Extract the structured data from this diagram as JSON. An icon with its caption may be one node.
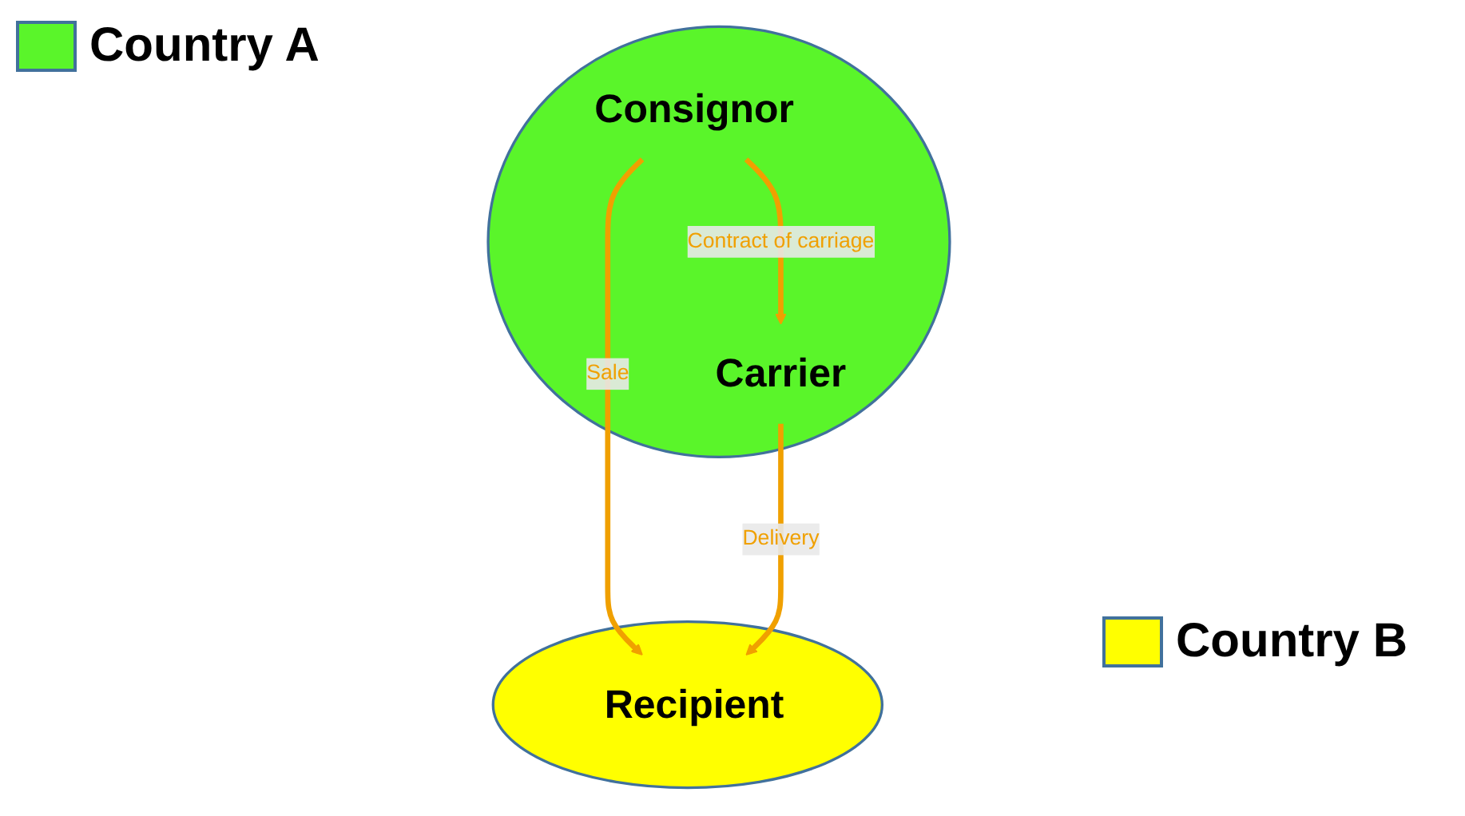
{
  "diagram": {
    "nodes": [
      {
        "text": [],
        "shape": "ellipse"
      },
      {
        "text": [
          "Consignor"
        ],
        "in": 0
      },
      {
        "text": [
          "Carrier"
        ],
        "in": 0
      },
      {
        "text": [],
        "shape": "ellipse"
      },
      {
        "text": [
          "Recipient"
        ],
        "in": 3
      }
    ],
    "edges": [
      {
        "from": 1,
        "to": 2,
        "arrow": "to",
        "label": "Contract of carriage"
      },
      {
        "from": 1,
        "to": 4,
        "arrow": "to",
        "label": "Sale"
      },
      {
        "from": 2,
        "to": 4,
        "arrow": "to",
        "label": "Delivery"
      }
    ],
    "legend": [
      {
        "text": "Country A",
        "color": "#5af52a"
      },
      {
        "text": "Country B",
        "color": "#ffff00"
      }
    ]
  }
}
